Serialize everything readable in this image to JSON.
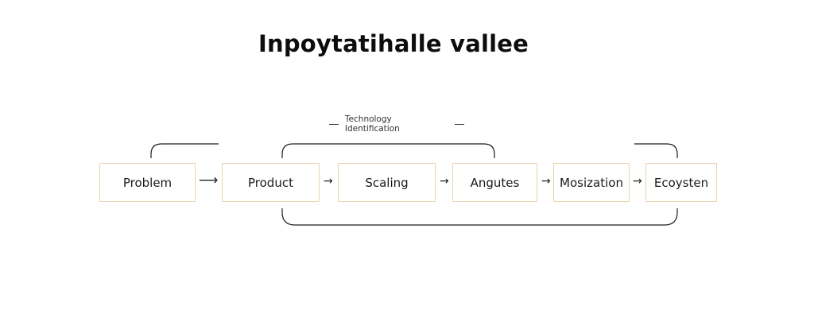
{
  "title": "Inpoytatihalle vallee",
  "subtitle": "Technology Identification",
  "nodes": [
    {
      "label": "Problem"
    },
    {
      "label": "Product"
    },
    {
      "label": "Scaling"
    },
    {
      "label": "Angutes"
    },
    {
      "label": "Mosization"
    },
    {
      "label": "Ecoysten"
    }
  ],
  "arrows": [
    "⟶",
    "→",
    "→",
    "→",
    "→"
  ],
  "colors": {
    "node_border": "#ecd2b0",
    "line": "#1f1f1f",
    "text": "#111111"
  }
}
